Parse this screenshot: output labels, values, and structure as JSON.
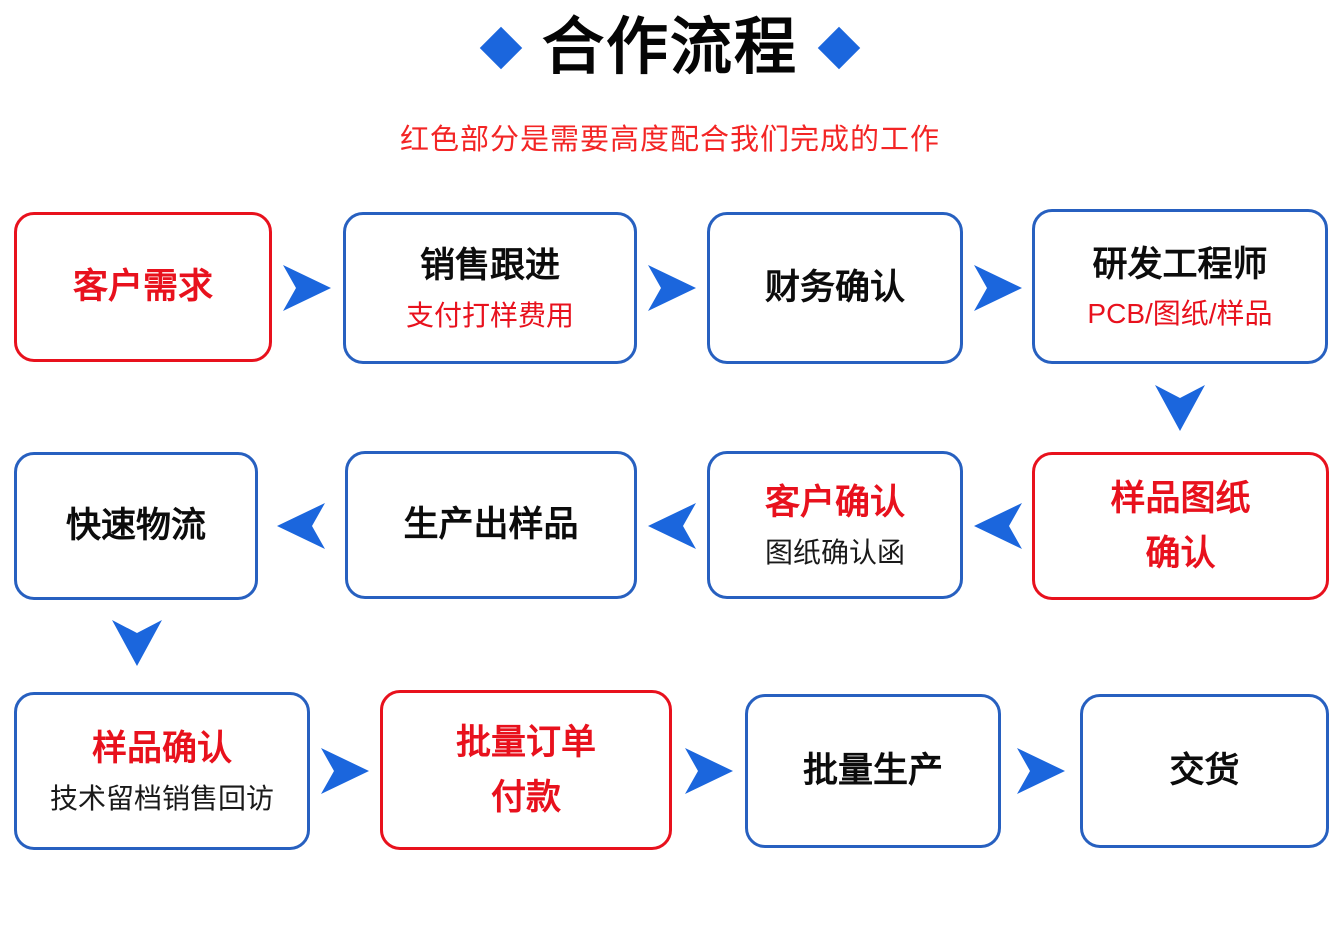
{
  "header": {
    "title": "合作流程",
    "subtitle": "红色部分是需要高度配合我们完成的工作"
  },
  "colors": {
    "accent_blue": "#1b66dd",
    "box_border_blue": "#2760c0",
    "accent_red": "#e8111d"
  },
  "legend_meaning": "红色部分 = 需要客户高度配合完成的步骤",
  "flow": {
    "row1_direction": "left-to-right",
    "row1": [
      {
        "title": "客户需求",
        "box_color": "red",
        "title_color": "red"
      },
      {
        "title": "销售跟进",
        "subtitle": "支付打样费用",
        "box_color": "blue",
        "title_color": "black",
        "subtitle_color": "red"
      },
      {
        "title": "财务确认",
        "box_color": "blue",
        "title_color": "black"
      },
      {
        "title": "研发工程师",
        "subtitle": "PCB/图纸/样品",
        "box_color": "blue",
        "title_color": "black",
        "subtitle_color": "red"
      }
    ],
    "row2_direction": "right-to-left",
    "row2": [
      {
        "title": "快速物流",
        "box_color": "blue",
        "title_color": "black"
      },
      {
        "title": "生产出样品",
        "box_color": "blue",
        "title_color": "black"
      },
      {
        "title": "客户确认",
        "subtitle": "图纸确认函",
        "box_color": "blue",
        "title_color": "red",
        "subtitle_color": "black"
      },
      {
        "title": "样品图纸",
        "title_line2": "确认",
        "box_color": "red",
        "title_color": "red"
      }
    ],
    "row3_direction": "left-to-right",
    "row3": [
      {
        "title": "样品确认",
        "subtitle": "技术留档销售回访",
        "box_color": "blue",
        "title_color": "red",
        "subtitle_color": "black"
      },
      {
        "title": "批量订单",
        "title_line2": "付款",
        "box_color": "red",
        "title_color": "red"
      },
      {
        "title": "批量生产",
        "box_color": "blue",
        "title_color": "black"
      },
      {
        "title": "交货",
        "box_color": "blue",
        "title_color": "black"
      }
    ]
  }
}
